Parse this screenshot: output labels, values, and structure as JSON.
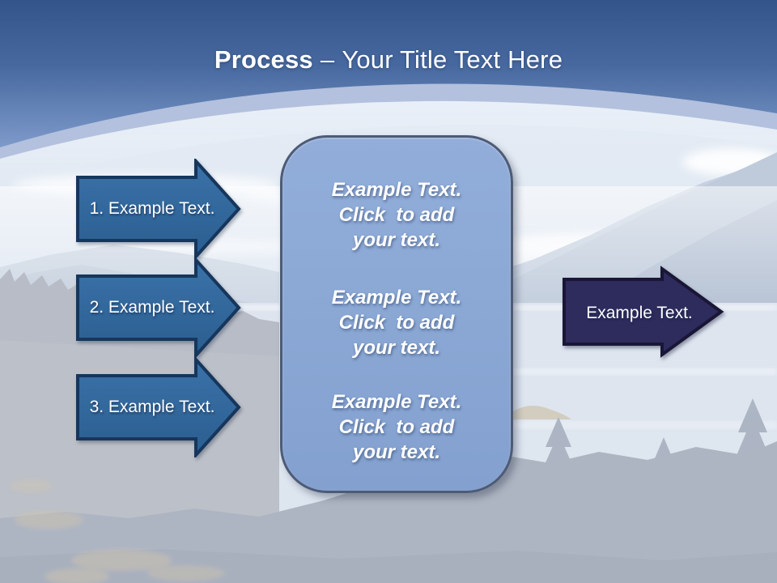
{
  "slide": {
    "title": {
      "emphasis": "Process",
      "separator": "–",
      "text": "Your Title Text Here"
    }
  },
  "process_steps": [
    {
      "label": "1. Example Text."
    },
    {
      "label": "2. Example Text."
    },
    {
      "label": "3. Example Text."
    }
  ],
  "center_panel": {
    "blocks": [
      {
        "line1": "Example Text.",
        "line2": "Click  to add",
        "line3": "your text."
      },
      {
        "line1": "Example Text.",
        "line2": "Click  to add",
        "line3": "your text."
      },
      {
        "line1": "Example Text.",
        "line2": "Click  to add",
        "line3": "your text."
      }
    ]
  },
  "output_arrow": {
    "label": "Example Text."
  },
  "colors": {
    "header_top": "#35578e",
    "header_bottom": "#7e9aca",
    "arc_band": "#b3c1de",
    "step_arrow_fill": "#2f6496",
    "step_arrow_border": "#16365c",
    "panel_fill": "#8aa7d4",
    "panel_border": "#4d5b76",
    "output_arrow_fill": "#2e2b5d",
    "output_arrow_border": "#191636",
    "title_color": "#ffffff"
  }
}
